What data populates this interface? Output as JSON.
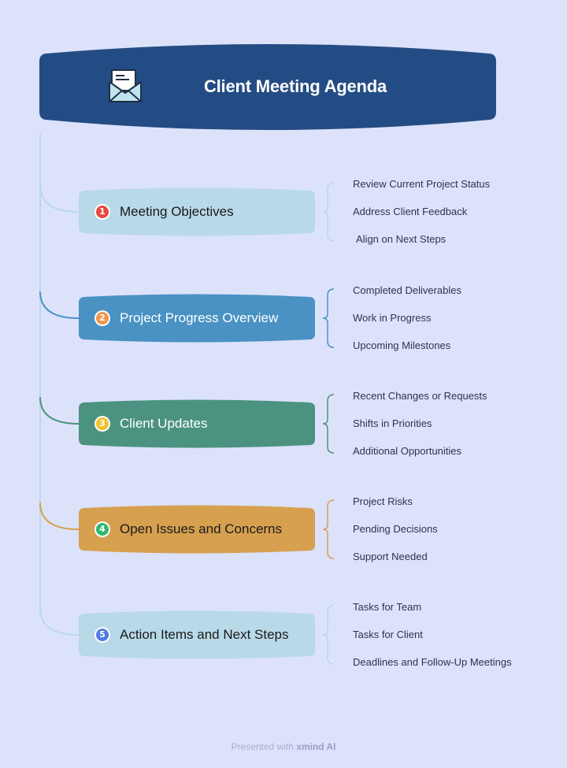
{
  "root": {
    "title": "Client Meeting Agenda",
    "icon": "envelope-letter-icon",
    "color": "#244c84"
  },
  "topics": [
    {
      "number": "1",
      "label": "Meeting Objectives",
      "fill": "#b8d9e8",
      "text_color": "#1a1a1a",
      "line_color": "#b8d9e8",
      "badge_color": "#e8473f",
      "items": [
        "Review Current Project Status",
        "Address Client Feedback",
        "Align on Next Steps"
      ]
    },
    {
      "number": "2",
      "label": "Project Progress Overview",
      "fill": "#4a92c3",
      "text_color": "#ffffff",
      "line_color": "#4a92c3",
      "badge_color": "#f0944d",
      "items": [
        "Completed Deliverables",
        "Work in Progress",
        "Upcoming Milestones"
      ]
    },
    {
      "number": "3",
      "label": "Client Updates",
      "fill": "#4b9380",
      "text_color": "#ffffff",
      "line_color": "#4b9380",
      "badge_color": "#f2c12e",
      "items": [
        "Recent Changes or Requests",
        "Shifts in Priorities",
        "Additional Opportunities"
      ]
    },
    {
      "number": "4",
      "label": "Open Issues and Concerns",
      "fill": "#d6a04f",
      "text_color": "#1a1a1a",
      "line_color": "#d6a04f",
      "badge_color": "#2fb86f",
      "items": [
        "Project Risks",
        "Pending Decisions",
        "Support Needed"
      ]
    },
    {
      "number": "5",
      "label": "Action Items and Next Steps",
      "fill": "#b8d9e8",
      "text_color": "#1a1a1a",
      "line_color": "#b8d9e8",
      "badge_color": "#4f7be6",
      "items": [
        "Tasks for Team",
        "Tasks for Client",
        "Deadlines and Follow-Up Meetings"
      ]
    }
  ],
  "footer": {
    "prefix": "Presented with ",
    "brand": "xmind AI"
  }
}
